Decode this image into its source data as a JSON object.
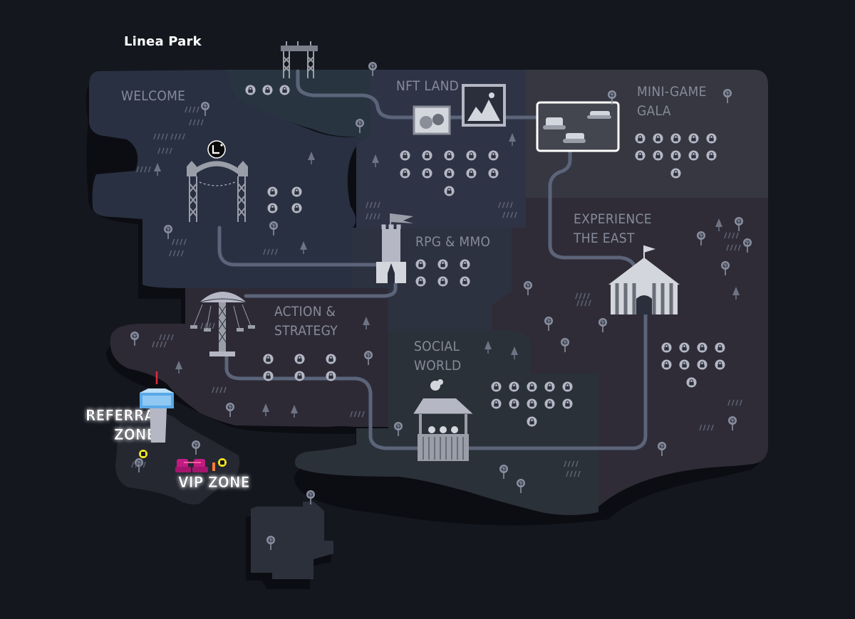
{
  "title": "Linea Park",
  "zones": {
    "welcome": "WELCOME",
    "nft_land": "NFT LAND",
    "mini_game_gala": [
      "MINI-GAME",
      "GALA"
    ],
    "rpg_mmo": "RPG & MMO",
    "experience_the_east": [
      "EXPERIENCE",
      "THE EAST"
    ],
    "action_strategy": [
      "ACTION &",
      "STRATEGY"
    ],
    "social_world": [
      "SOCIAL",
      "WORLD"
    ],
    "referral_zone": [
      "REFERRAL",
      "ZONE"
    ],
    "vip_zone": "VIP ZONE"
  },
  "colors": {
    "background": "#15171f",
    "welcome": "#293041",
    "nft": "#2f3346",
    "minigame": "#363740",
    "action": "#2d2a36",
    "social": "#2a3138",
    "east": "#2f2c38",
    "path": "#5b6479",
    "lock": "#b5b8c4",
    "vip_accent": "#c21b83",
    "marker_yellow": "#f5e51f",
    "tower_blue": "#5aa9e8"
  }
}
